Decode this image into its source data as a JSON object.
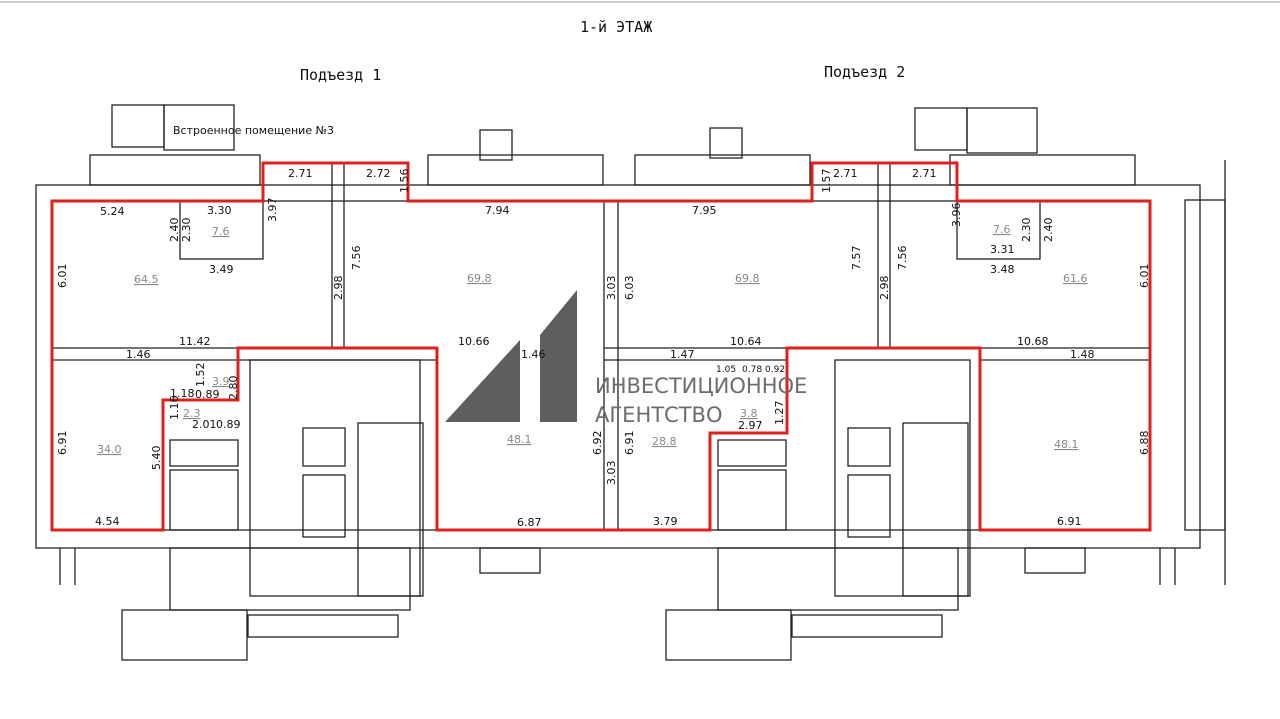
{
  "title": "1-й ЭТАЖ",
  "entrances": [
    "Подъезд 1",
    "Подъезд 2"
  ],
  "room_label": "Встроенное помещение №3",
  "watermark": {
    "line1": "ИНВЕСТИЦИОННОЕ",
    "line2": "АГЕНТСТВО",
    "logo_letter": "А1"
  },
  "colors": {
    "outline": "#e0201c",
    "walls": "#222222",
    "watermark": "#6c6c6c"
  },
  "areas": [
    "64.5",
    "7.6",
    "69.8",
    "34.0",
    "3.9",
    "2.3",
    "48.1",
    "28.8",
    "3.8",
    "69.8",
    "7.6",
    "61.6",
    "48.1"
  ],
  "dims": [
    "5.24",
    "3.30",
    "2.40",
    "2.30",
    "3.97",
    "3.49",
    "6.01",
    "2.71",
    "2.72",
    "1.56",
    "7.56",
    "2.98",
    "11.42",
    "1.46",
    "1.18",
    "1.52",
    "0.89",
    "2.80",
    "1.16",
    "2.01",
    "0.89",
    "6.91",
    "5.40",
    "4.54",
    "7.94",
    "10.66",
    "1.46",
    "6.92",
    "6.87",
    "3.03",
    "6.03",
    "7.95",
    "1.47",
    "6.91",
    "3.03",
    "3.79",
    "1.05",
    "0.78",
    "0.92",
    "1.27",
    "2.97",
    "10.64",
    "1.57",
    "7.57",
    "2.98",
    "7.56",
    "2.71",
    "2.71",
    "3.96",
    "2.30",
    "2.40",
    "3.31",
    "3.48",
    "6.01",
    "10.68",
    "1.48",
    "6.88",
    "6.91"
  ]
}
